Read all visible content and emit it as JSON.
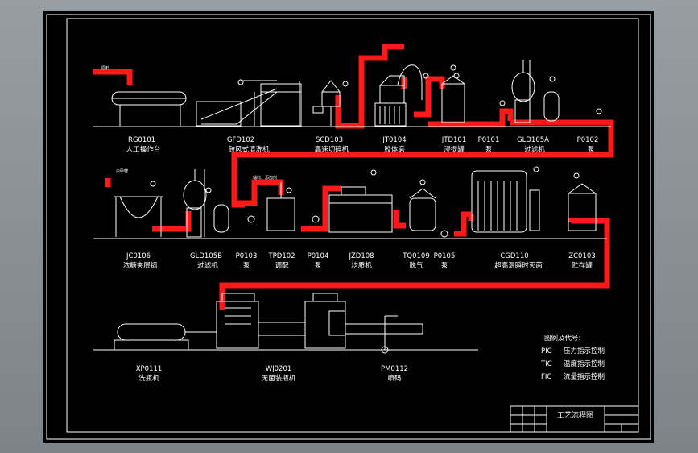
{
  "drawing": {
    "row1": [
      {
        "code": "RG0101",
        "name": "人工操作台"
      },
      {
        "code": "GFD102",
        "name": "鼓风式清洗机"
      },
      {
        "code": "SCD103",
        "name": "高速切碎机"
      },
      {
        "code": "JT0104",
        "name": "胶体磨"
      },
      {
        "code": "JTD101",
        "name": "浸提罐"
      },
      {
        "code": "P0101",
        "name": "泵"
      },
      {
        "code": "GLD105A",
        "name": "过滤机"
      },
      {
        "code": "P0102",
        "name": "泵"
      }
    ],
    "row2": [
      {
        "code": "JC0106",
        "name": "浓糖夹层锅"
      },
      {
        "code": "GLD105B",
        "name": "过滤机"
      },
      {
        "code": "P0103",
        "name": "泵"
      },
      {
        "code": "TPD102",
        "name": "调配"
      },
      {
        "code": "P0104",
        "name": "泵"
      },
      {
        "code": "JZD108",
        "name": "均质机"
      },
      {
        "code": "TQ0109",
        "name": "脱气"
      },
      {
        "code": "P0105",
        "name": "泵"
      },
      {
        "code": "CGD110",
        "name": "超高温瞬时灭菌"
      },
      {
        "code": "ZC0103",
        "name": "贮存罐"
      }
    ],
    "row3": [
      {
        "code": "XP0111",
        "name": "洗瓶机"
      },
      {
        "code": "WJ0201",
        "name": "无菌装瓶机"
      },
      {
        "code": "PM0112",
        "name": "喷码"
      }
    ],
    "legend": {
      "title": "图例及代号:",
      "items": [
        {
          "code": "PIC",
          "desc": "压力指示控制"
        },
        {
          "code": "TIC",
          "desc": "温度指示控制"
        },
        {
          "code": "FIC",
          "desc": "流量指示控制"
        }
      ]
    },
    "title_block": {
      "title": "工艺流程图"
    },
    "colors": {
      "pipe": "#ff1a1a",
      "lines": "#ffffff",
      "background": "#000000",
      "frame_bg": "#8a9197"
    }
  }
}
